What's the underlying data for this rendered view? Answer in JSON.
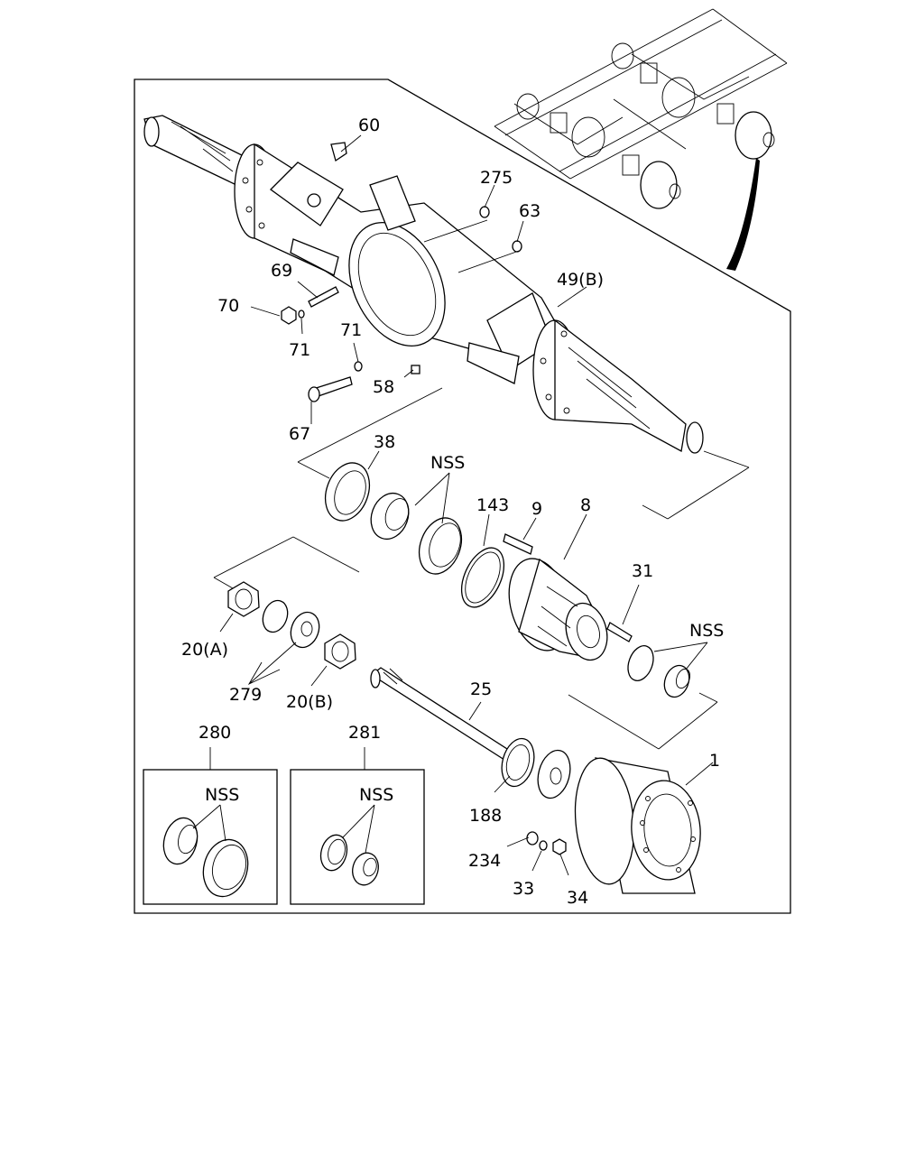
{
  "labels": {
    "p60": "60",
    "p275": "275",
    "p63": "63",
    "p49b": "49(B)",
    "p69": "69",
    "p70": "70",
    "p71a": "71",
    "p71b": "71",
    "p58": "58",
    "p67": "67",
    "p38": "38",
    "nss1": "NSS",
    "p143": "143",
    "p9": "9",
    "p8": "8",
    "p31": "31",
    "nss2": "NSS",
    "p20a": "20(A)",
    "p279": "279",
    "p20b": "20(B)",
    "p25": "25",
    "p1": "1",
    "p280": "280",
    "p281": "281",
    "nss3": "NSS",
    "nss4": "NSS",
    "p188": "188",
    "p234": "234",
    "p33": "33",
    "p34": "34"
  }
}
